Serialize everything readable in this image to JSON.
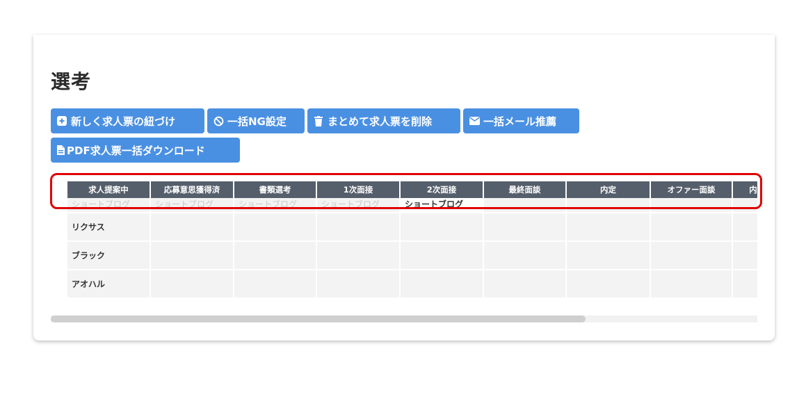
{
  "section_title": "選考",
  "buttons": {
    "link": "新しく求人票の紐づけ",
    "ng": "一括NG設定",
    "delete": "まとめて求人票を削除",
    "mail": "一括メール推薦",
    "pdf": "PDF求人票一括ダウンロード"
  },
  "table": {
    "headers": [
      "求人提案中",
      "応募意思獲得済",
      "書類選考",
      "1次面接",
      "2次面接",
      "最終面談",
      "内定",
      "オファー面談",
      "内"
    ],
    "rows": [
      [
        "ショートブログ",
        "ショートブログ",
        "ショートブログ",
        "ショートブログ",
        "ショートブログ",
        "",
        "",
        "",
        ""
      ],
      [
        "リクサス",
        "",
        "",
        "",
        "",
        "",
        "",
        "",
        ""
      ],
      [
        "ブラック",
        "",
        "",
        "",
        "",
        "",
        "",
        "",
        ""
      ],
      [
        "アオハル",
        "",
        "",
        "",
        "",
        "",
        "",
        "",
        ""
      ]
    ]
  },
  "colors": {
    "accent": "#4a90e2",
    "header_bg": "#555e6b",
    "highlight": "#e00000"
  }
}
